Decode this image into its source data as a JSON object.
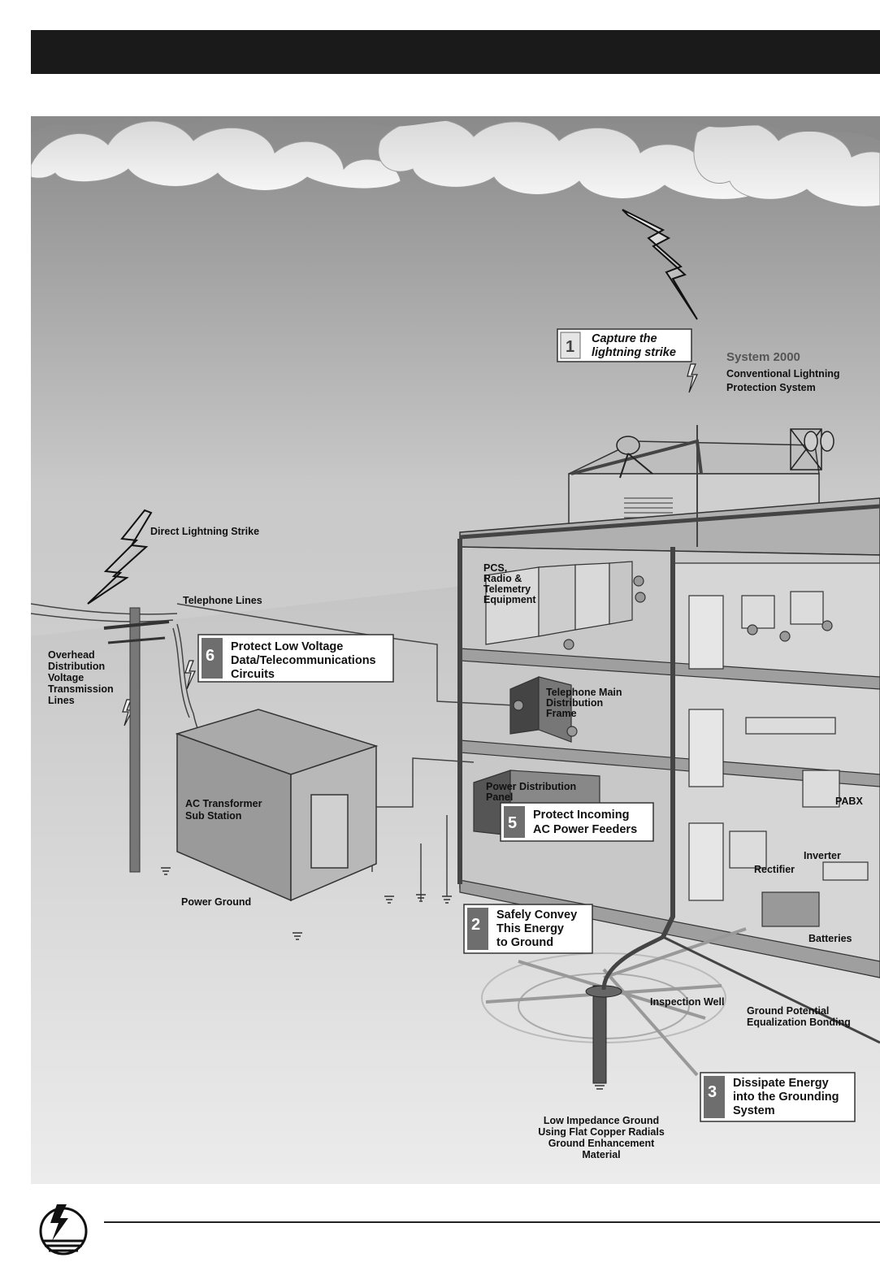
{
  "title_block": {
    "system_name": "System 2000",
    "system_desc_1": "Conventional Lightning",
    "system_desc_2": "Protection System"
  },
  "steps": [
    {
      "number": "1",
      "line1": "Capture the",
      "line2": "lightning strike",
      "line3": ""
    },
    {
      "number": "2",
      "line1": "Safely Convey",
      "line2": "This Energy",
      "line3": "to Ground"
    },
    {
      "number": "3",
      "line1": "Dissipate Energy",
      "line2": "into the Grounding",
      "line3": "System"
    },
    {
      "number": "5",
      "line1": "Protect Incoming",
      "line2": "AC Power Feeders",
      "line3": ""
    },
    {
      "number": "6",
      "line1": "Protect Low Voltage",
      "line2": "Data/Telecommunications",
      "line3": "Circuits"
    }
  ],
  "labels": {
    "direct_strike": "Direct Lightning Strike",
    "telephone_lines": "Telephone Lines",
    "overhead": [
      "Overhead",
      "Distribution",
      "Voltage",
      "Transmission",
      "Lines"
    ],
    "pcs": [
      "PCS,",
      "Radio &",
      "Telemetry",
      "Equipment"
    ],
    "telephone_frame": [
      "Telephone Main",
      "Distribution",
      "Frame"
    ],
    "power_panel": [
      "Power Distribution",
      "Panel"
    ],
    "ac_transformer": [
      "AC Transformer",
      "Sub Station"
    ],
    "power_ground": "Power Ground",
    "pabx": "PABX",
    "inverter": "Inverter",
    "rectifier": "Rectifier",
    "batteries": "Batteries",
    "inspection_well": "Inspection Well",
    "ground_potential": [
      "Ground Potential",
      "Equalization Bonding"
    ],
    "low_impedance": [
      "Low Impedance Ground",
      "Using Flat Copper Radials",
      "Ground Enhancement",
      "Material"
    ]
  },
  "colors": {
    "header": "#1a1a1a",
    "sky_top": "#8a8a8a",
    "step_box": "#6e6e6e"
  }
}
